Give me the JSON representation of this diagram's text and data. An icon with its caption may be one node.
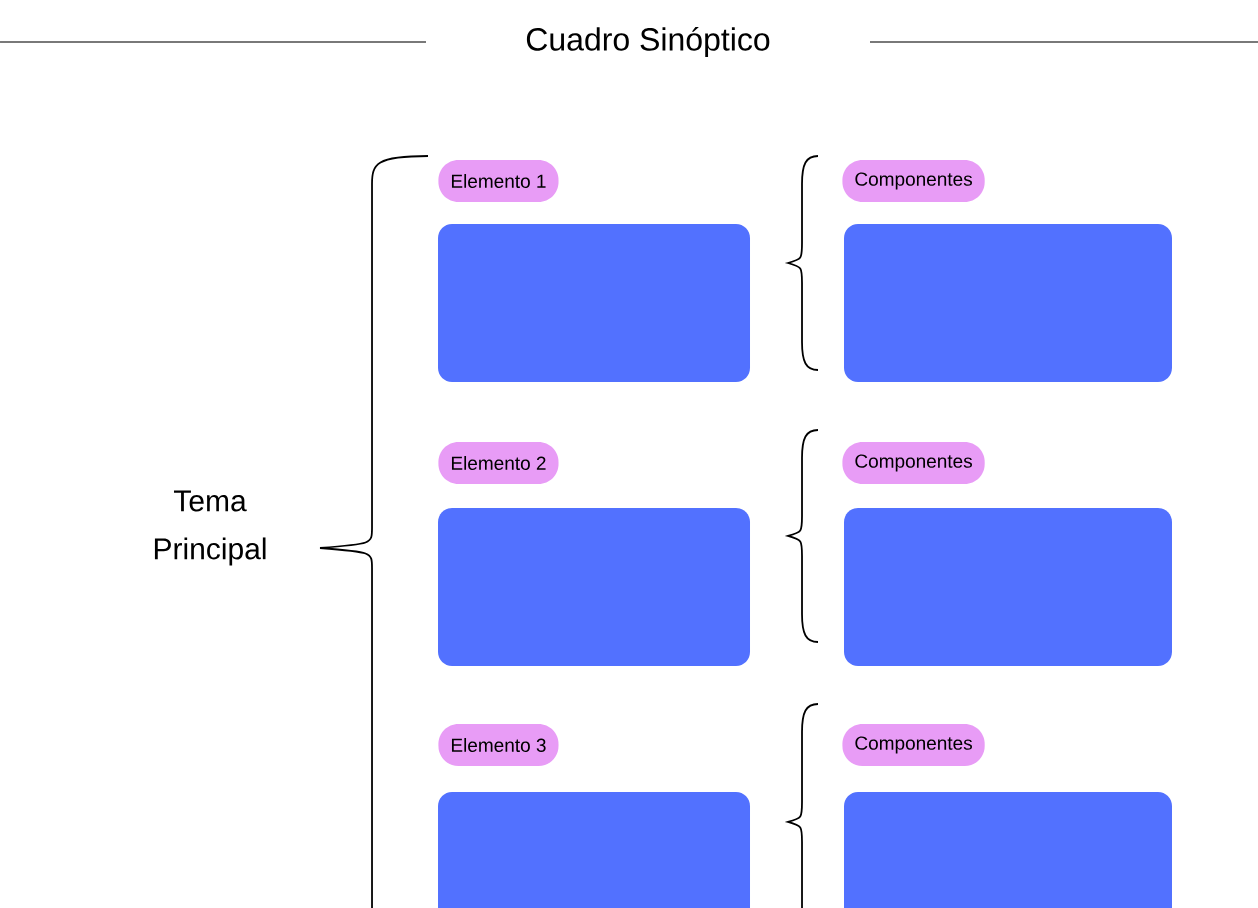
{
  "diagram": {
    "title": "Cuadro Sinóptico",
    "nodes": [
      {
        "text": [
          "Elemento 1"
        ]
      },
      {
        "text": [
          "Componentes"
        ]
      },
      {
        "text": [],
        "shape": "box"
      },
      {
        "text": [],
        "shape": "box"
      },
      {
        "text": [
          "Elemento 2"
        ]
      },
      {
        "text": [
          "Componentes"
        ]
      },
      {
        "text": [],
        "shape": "box"
      },
      {
        "text": [],
        "shape": "box"
      },
      {
        "text": [
          "Elemento 3"
        ]
      },
      {
        "text": [
          "Componentes"
        ]
      },
      {
        "text": [],
        "shape": "box"
      },
      {
        "text": [],
        "shape": "box"
      }
    ],
    "labels": [
      "Tema Principal"
    ]
  }
}
